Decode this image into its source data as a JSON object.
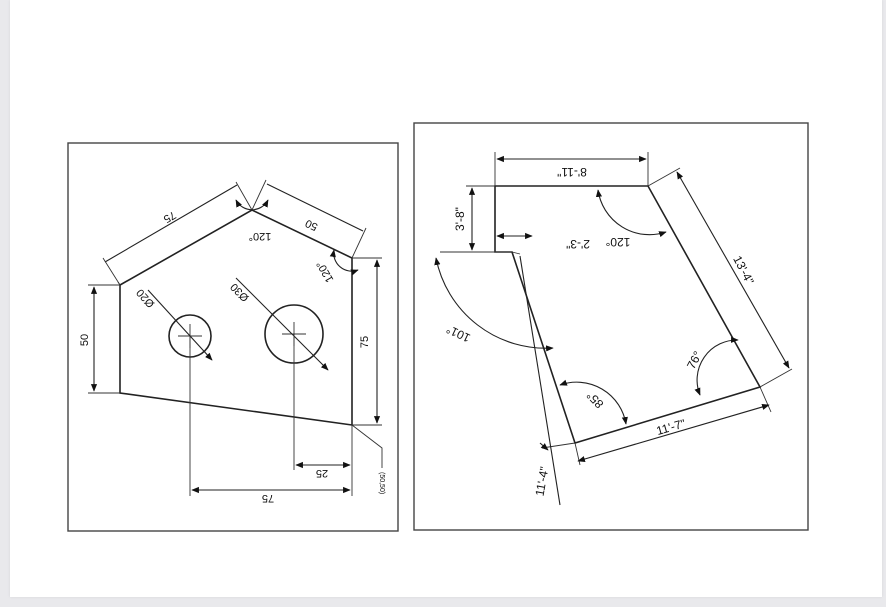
{
  "left_drawing": {
    "dims": {
      "top_left_edge": "75",
      "top_right_edge": "50",
      "apex_angle": "120°",
      "right_corner_angle": "120°",
      "small_hole": "Ø20",
      "large_hole": "Ø30",
      "left_height": "50",
      "right_height": "75",
      "hole_offset_x": "25",
      "hole_spacing_x": "75",
      "origin_coord": "(50,50)"
    }
  },
  "right_drawing": {
    "dims": {
      "top_width": "8'-11\"",
      "left_height": "3'-8\"",
      "step_width": "2'-3\"",
      "top_angle": "120°",
      "left_angle": "101°",
      "right_edge": "13'-4\"",
      "right_angle": "76°",
      "bottom_angle": "85°",
      "bottom_edge": "11'-7\"",
      "left_edge": "11'-4\""
    }
  }
}
